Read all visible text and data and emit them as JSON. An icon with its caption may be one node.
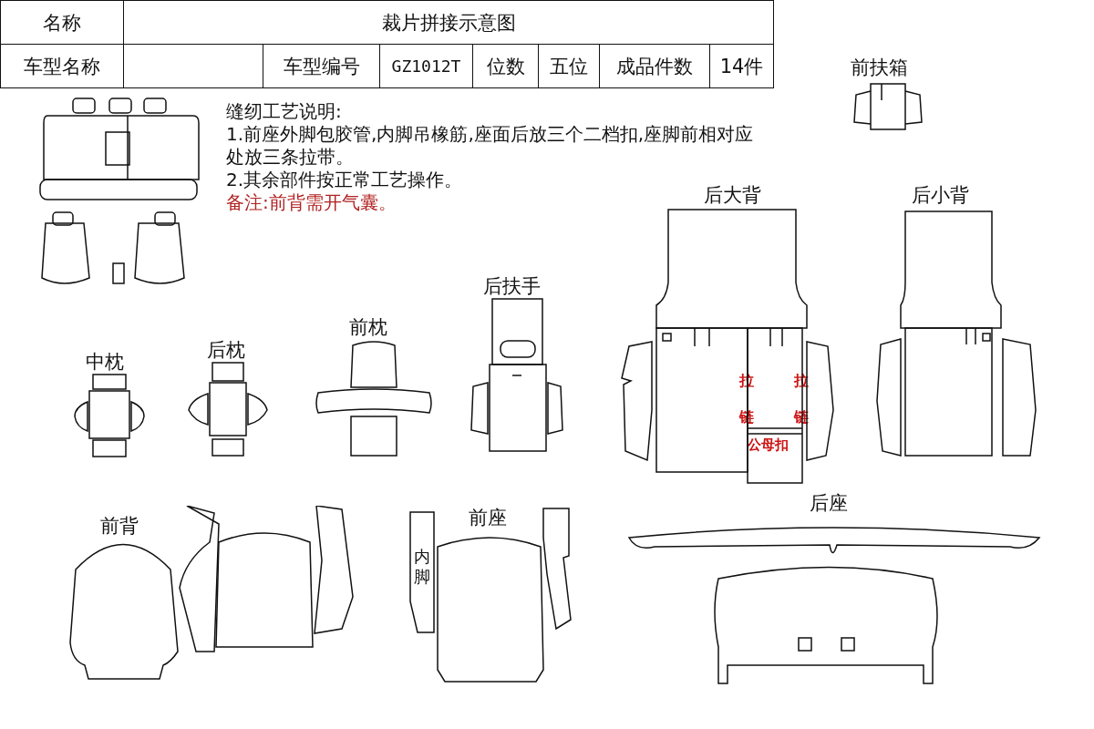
{
  "diagram": {
    "nodes": [
      {
        "text": [
          "前扶箱"
        ]
      },
      {
        "text": [
          "后大背"
        ]
      },
      {
        "text": [
          "后小背"
        ]
      },
      {
        "text": [
          "后扶手"
        ]
      },
      {
        "text": [
          "前枕"
        ]
      },
      {
        "text": [
          "后枕"
        ]
      },
      {
        "text": [
          "中枕"
        ]
      },
      {
        "text": [
          "前背"
        ]
      },
      {
        "text": [
          "内脚"
        ]
      },
      {
        "text": [
          "前座"
        ]
      },
      {
        "text": [
          "后座"
        ]
      }
    ],
    "edges": [],
    "labels": [
      "名称",
      "裁片拼接示意图",
      "车型名称",
      "车型编号",
      "GZ1012T",
      "位数",
      "五位",
      "成品件数",
      "14件",
      "缝纫工艺说明:",
      "1.前座外脚包胶管,内脚吊橡筋,座面后放三个二档扣,座脚前相对应处放三条拉带。",
      "2.其余部件按正常工艺操作。",
      "备注:前背需开气囊。",
      "拉链",
      "拉链",
      "公母扣"
    ]
  }
}
